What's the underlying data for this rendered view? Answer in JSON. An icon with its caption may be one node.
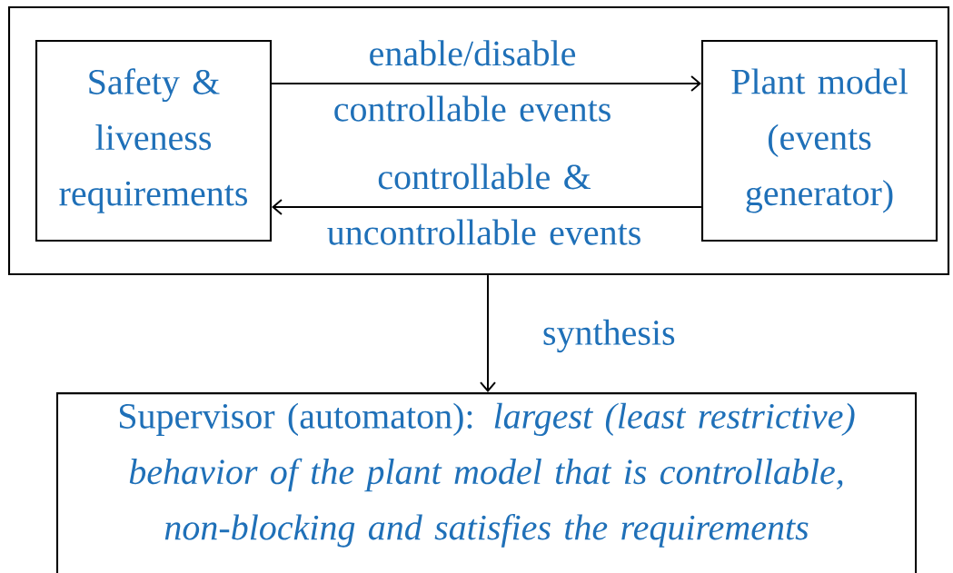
{
  "diagram": {
    "nodes": [
      {
        "text": [],
        "shape": "box"
      },
      {
        "text": [
          "Safety & liveness requirements"
        ],
        "in": 0
      },
      {
        "text": [
          "Plant model (events generator)"
        ],
        "in": 0
      },
      {
        "text": [
          "Supervisor (automaton): *largest (least restrictive) behavior of the plant model that is controllable, non-blocking and satisfies the requirements*"
        ]
      }
    ],
    "edges": [
      {
        "from": 1,
        "to": 2,
        "arrow": "to",
        "label": "enable/disable controllable events"
      },
      {
        "from": 2,
        "to": 1,
        "arrow": "to",
        "label": "controllable & uncontrollable events"
      },
      {
        "from": 0,
        "to": 3,
        "arrow": "to",
        "label": "synthesis"
      }
    ]
  }
}
